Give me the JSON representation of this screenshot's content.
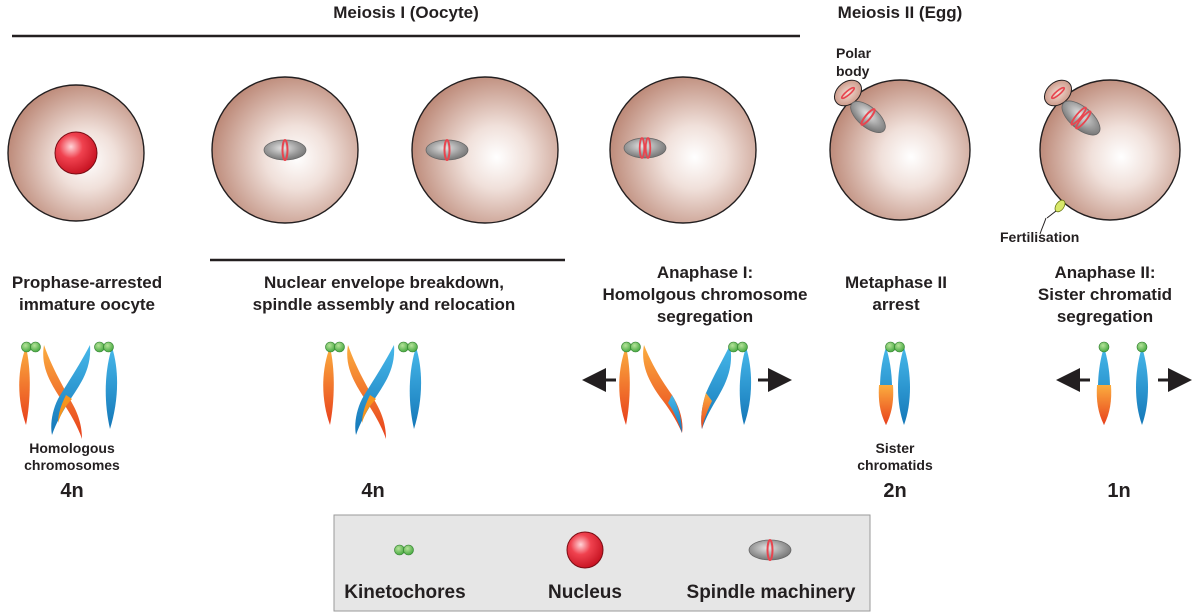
{
  "headers": {
    "meiosis1": "Meiosis I (Oocyte)",
    "meiosis2": "Meiosis II (Egg)"
  },
  "annotations": {
    "polar_body": [
      "Polar",
      "body"
    ],
    "fertilisation": "Fertilisation"
  },
  "stages": [
    {
      "title": [
        "Prophase-arrested",
        "immature oocyte"
      ],
      "caption": [
        "Homologous",
        "chromosomes"
      ],
      "ploidy": "4n"
    },
    {
      "title": [
        "Nuclear envelope breakdown,",
        "spindle assembly and relocation"
      ],
      "caption": [],
      "ploidy": "4n"
    },
    {
      "title": [
        "Anaphase I:",
        "Homolgous chromosome",
        "segregation"
      ],
      "caption": [],
      "ploidy": ""
    },
    {
      "title": [
        "Metaphase II",
        "arrest"
      ],
      "caption": [
        "Sister",
        "chromatids"
      ],
      "ploidy": "2n"
    },
    {
      "title": [
        "Anaphase II:",
        "Sister chromatid",
        "segregation"
      ],
      "caption": [],
      "ploidy": "1n"
    }
  ],
  "legend": {
    "kinetochores": "Kinetochores",
    "nucleus": "Nucleus",
    "spindle": "Spindle machinery"
  },
  "colors": {
    "cell_edge": "#b88270",
    "cell_center": "#ffffff",
    "nucleus": "#e8192c",
    "spindle": "#8c8c8c",
    "spindle_ring": "#e8454f",
    "kinetochore": "#4cb848",
    "chromosome_orange": "#f7941d",
    "chromosome_blue": "#1c9ad6",
    "legend_bg": "#e6e6e6"
  }
}
